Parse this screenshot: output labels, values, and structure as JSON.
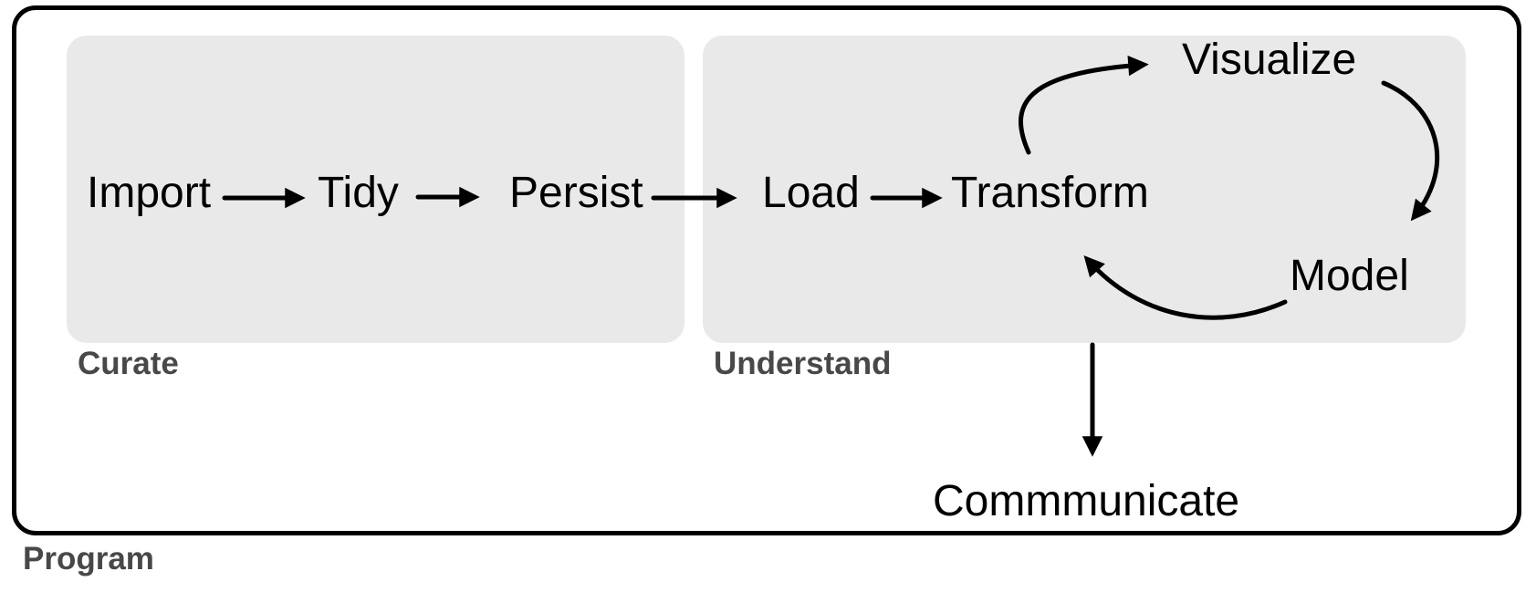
{
  "diagram": {
    "program_label": "Program",
    "groups": {
      "curate": {
        "label": "Curate"
      },
      "understand": {
        "label": "Understand"
      }
    },
    "nodes": {
      "import": "Import",
      "tidy": "Tidy",
      "persist": "Persist",
      "load": "Load",
      "transform": "Transform",
      "visualize": "Visualize",
      "model": "Model",
      "communicate": "Commmunicate"
    },
    "edges": [
      {
        "from": "Import",
        "to": "Tidy"
      },
      {
        "from": "Tidy",
        "to": "Persist"
      },
      {
        "from": "Persist",
        "to": "Load"
      },
      {
        "from": "Load",
        "to": "Transform"
      },
      {
        "from": "Transform",
        "to": "Visualize"
      },
      {
        "from": "Visualize",
        "to": "Model"
      },
      {
        "from": "Model",
        "to": "Transform"
      },
      {
        "from": "Understand",
        "to": "Commmunicate"
      }
    ],
    "colors": {
      "group_box_fill": "#e9e9e9",
      "stroke": "#000000",
      "group_label_gray": "#484848",
      "background": "#ffffff"
    }
  }
}
